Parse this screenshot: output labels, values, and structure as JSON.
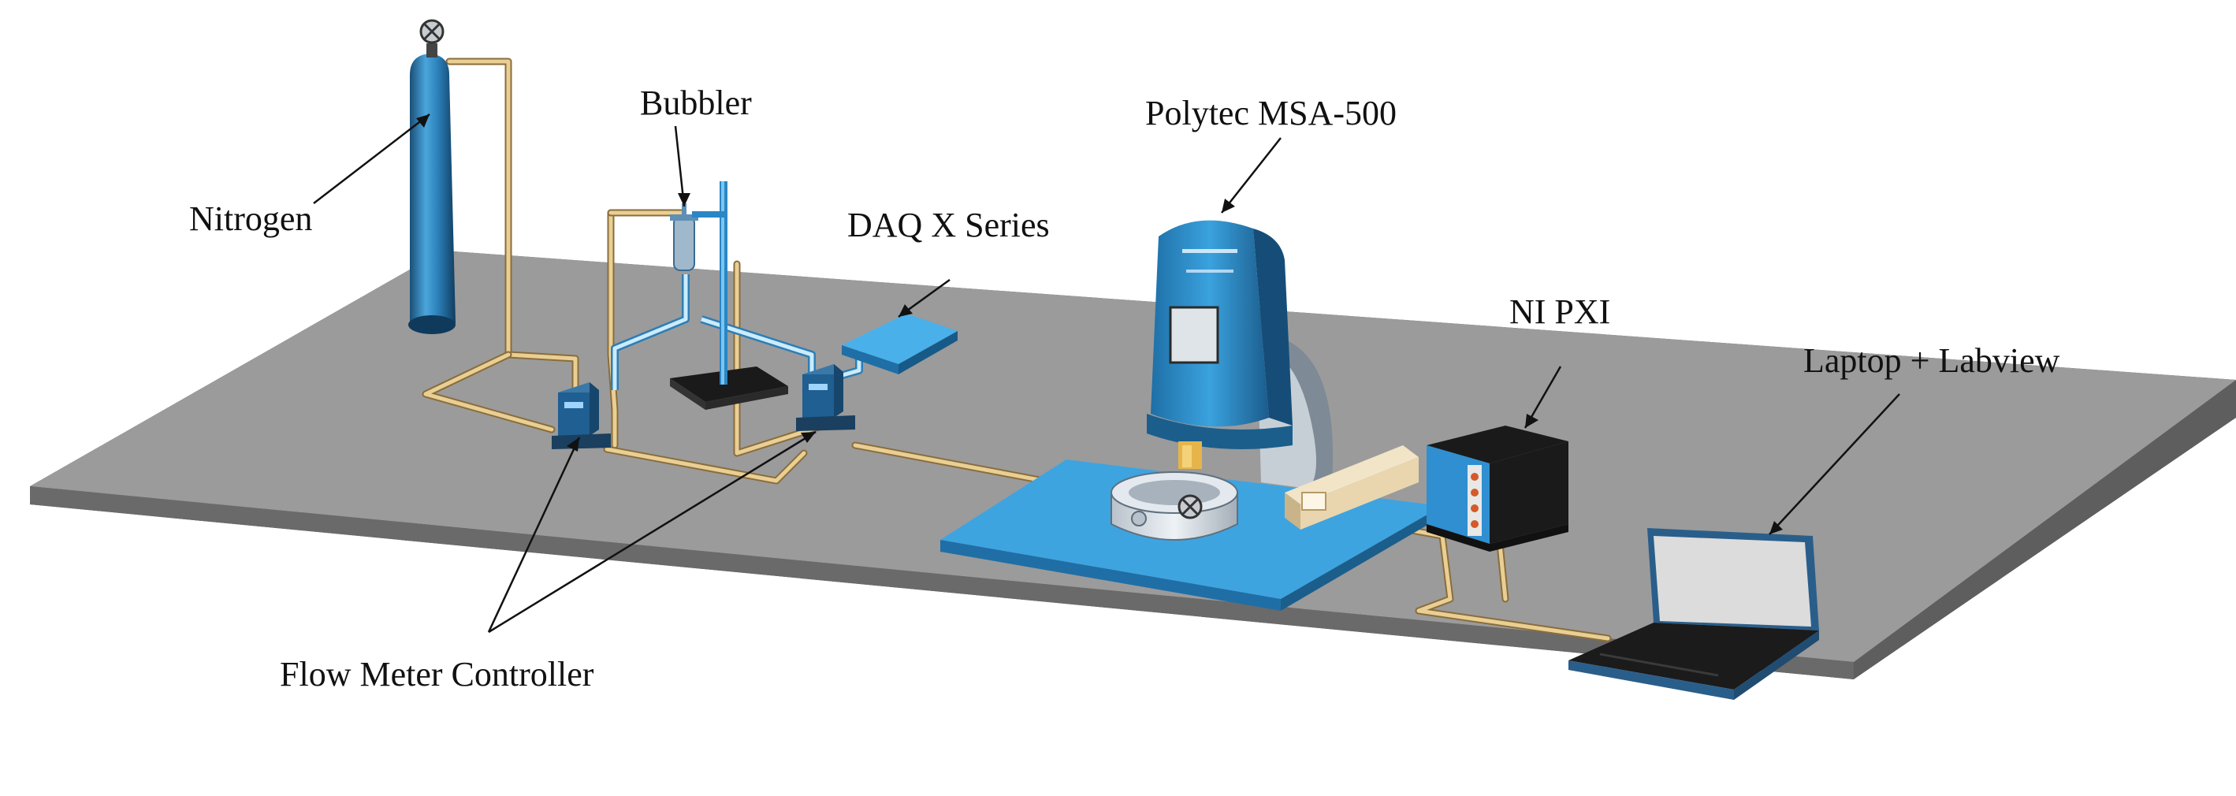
{
  "labels": {
    "nitrogen": "Nitrogen",
    "bubbler": "Bubbler",
    "daq": "DAQ X Series",
    "polytec": "Polytec MSA-500",
    "nipxi": "NI PXI",
    "laptop": "Laptop + Labview",
    "flow_meter": "Flow Meter Controller"
  },
  "colors": {
    "table_top": "#9a9a9a",
    "table_edge": "#5a5a5a",
    "equipment_blue": "#3a9fd8",
    "equipment_dark": "#1d5e8c",
    "tubing": "#e9cf94",
    "dark_unit": "#222222"
  }
}
